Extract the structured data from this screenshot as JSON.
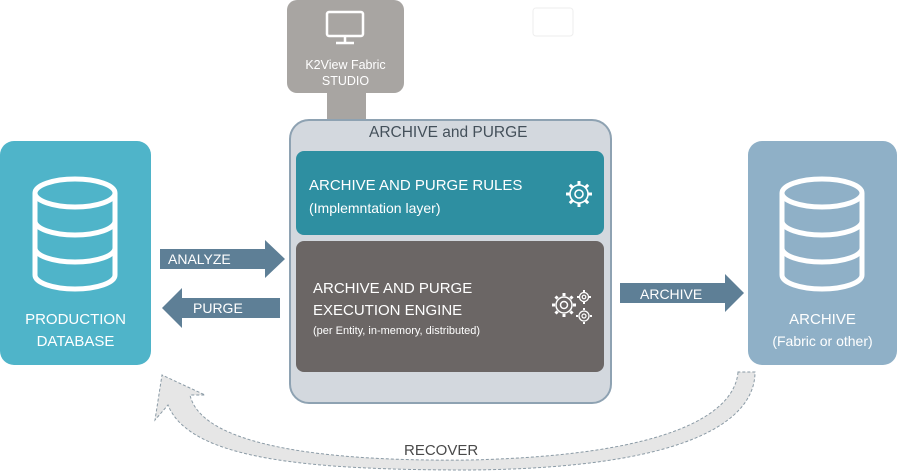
{
  "studio": {
    "line1": "K2View Fabric",
    "line2": "STUDIO",
    "icon": "monitor-icon"
  },
  "production_db": {
    "line1": "PRODUCTION",
    "line2": "DATABASE",
    "icon": "database-icon",
    "color": "#4fb4c9"
  },
  "archive_db": {
    "line1": "ARCHIVE",
    "line2": "(Fabric or other)",
    "icon": "database-icon",
    "color": "#8fb0c7"
  },
  "archive_purge": {
    "title": "ARCHIVE and PURGE",
    "rules": {
      "line1": "ARCHIVE AND  PURGE RULES",
      "line2": "(Implemntation layer)",
      "icon": "gear-icon",
      "color": "#2e8fa1"
    },
    "engine": {
      "line1": "ARCHIVE AND PURGE",
      "line2": "EXECUTION ENGINE",
      "line3": "(per Entity, in-memory, distributed)",
      "icon": "gears-icon",
      "color": "#6b6665"
    }
  },
  "arrows": {
    "analyze": "ANALYZE",
    "purge": "PURGE",
    "archive": "ARCHIVE",
    "recover": "RECOVER"
  }
}
